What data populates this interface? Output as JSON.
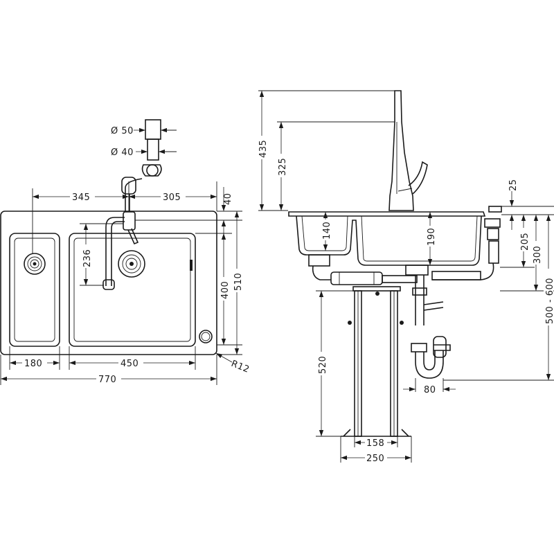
{
  "plan_view": {
    "dim_width_total": "770",
    "dim_bowl_small": "180",
    "dim_bowl_large": "450",
    "dim_left_to_tap": "345",
    "dim_tap_to_right": "305",
    "dim_top_to_tap": "40",
    "dim_depth_total": "510",
    "dim_bowl_depth": "400",
    "dim_tap_reach": "236",
    "dim_corner_radius": "R12",
    "dim_pipe_50": "Ø 50",
    "dim_pipe_40": "Ø 40"
  },
  "side_view": {
    "dim_tap_height": "435",
    "dim_spout_height": "325",
    "dim_deck_25": "25",
    "dim_bowl_small_depth": "140",
    "dim_bowl_large_depth": "190",
    "dim_205": "205",
    "dim_300": "300",
    "dim_500_600": "500 - 600",
    "dim_520": "520",
    "dim_80": "80",
    "dim_158": "158",
    "dim_250": "250"
  }
}
